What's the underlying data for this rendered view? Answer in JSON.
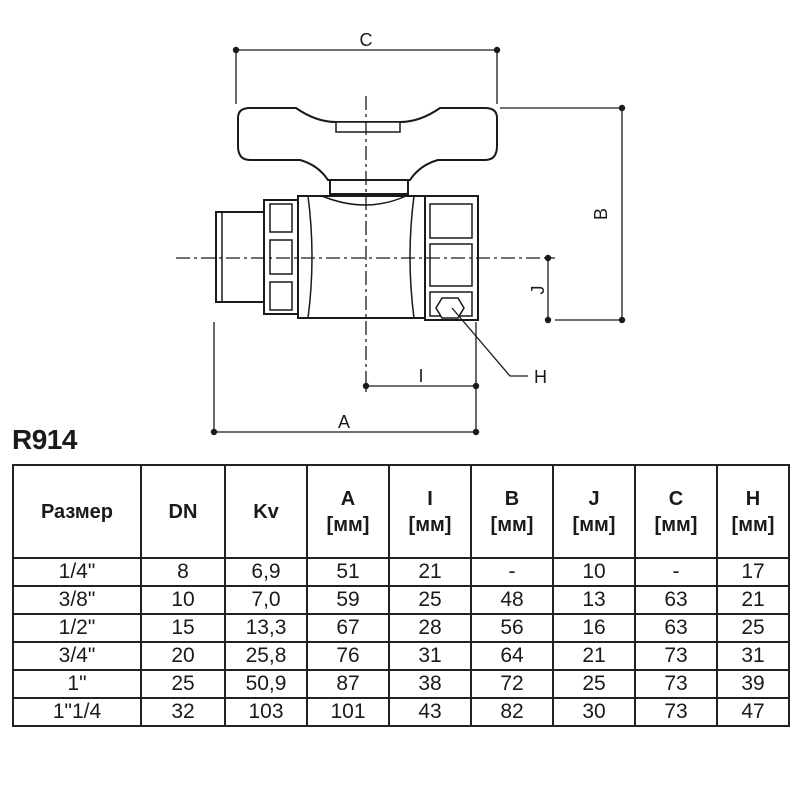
{
  "drawing": {
    "labels": {
      "A": "A",
      "B": "B",
      "C": "C",
      "H": "H",
      "I": "I",
      "J": "J"
    }
  },
  "model": "R914",
  "table": {
    "headers": [
      {
        "line1": "Размер",
        "line2": ""
      },
      {
        "line1": "DN",
        "line2": ""
      },
      {
        "line1": "Kv",
        "line2": ""
      },
      {
        "line1": "A",
        "line2": "[мм]"
      },
      {
        "line1": "I",
        "line2": "[мм]"
      },
      {
        "line1": "B",
        "line2": "[мм]"
      },
      {
        "line1": "J",
        "line2": "[мм]"
      },
      {
        "line1": "C",
        "line2": "[мм]"
      },
      {
        "line1": "H",
        "line2": "[мм]"
      }
    ],
    "rows": [
      [
        "1/4\"",
        "8",
        "6,9",
        "51",
        "21",
        "-",
        "10",
        "-",
        "17"
      ],
      [
        "3/8\"",
        "10",
        "7,0",
        "59",
        "25",
        "48",
        "13",
        "63",
        "21"
      ],
      [
        "1/2\"",
        "15",
        "13,3",
        "67",
        "28",
        "56",
        "16",
        "63",
        "25"
      ],
      [
        "3/4\"",
        "20",
        "25,8",
        "76",
        "31",
        "64",
        "21",
        "73",
        "31"
      ],
      [
        "1\"",
        "25",
        "50,9",
        "87",
        "38",
        "72",
        "25",
        "73",
        "39"
      ],
      [
        "1\"1/4",
        "32",
        "103",
        "101",
        "43",
        "82",
        "30",
        "73",
        "47"
      ]
    ]
  }
}
